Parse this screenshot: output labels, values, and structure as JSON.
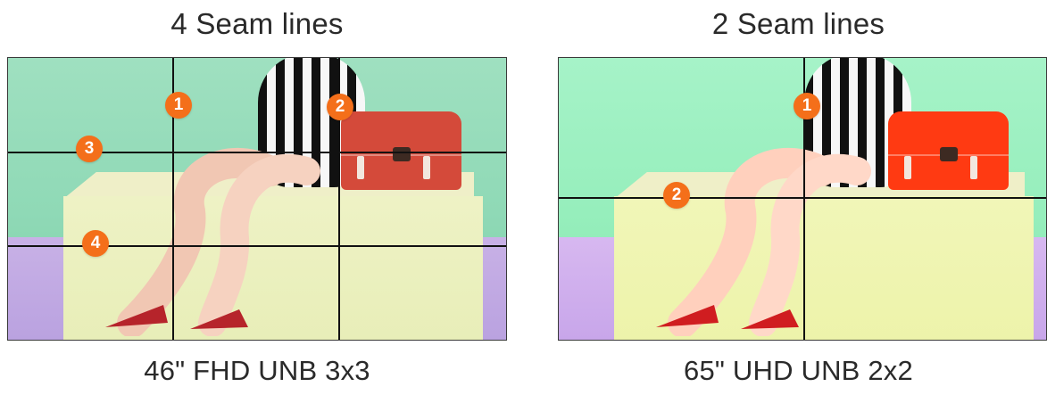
{
  "left": {
    "title": "4 Seam lines",
    "label": "46\" FHD UNB 3x3",
    "badges": [
      "1",
      "2",
      "3",
      "4"
    ]
  },
  "right": {
    "title": "2 Seam lines",
    "label": "65\" UHD UNB 2x2",
    "badges": [
      "1",
      "2"
    ]
  },
  "colors": {
    "badge": "#f46f1a",
    "seam": "#111111",
    "text": "#2a2a2a"
  }
}
